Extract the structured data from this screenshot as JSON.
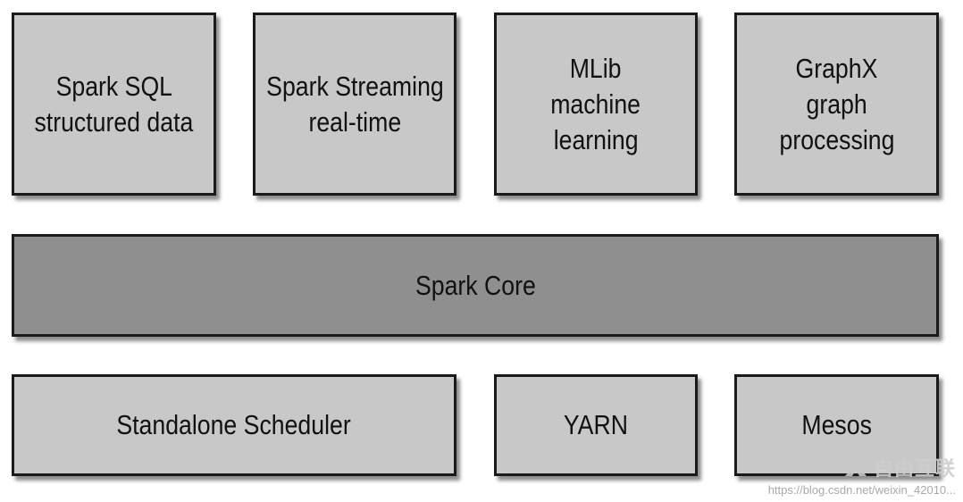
{
  "diagram": {
    "top_row": [
      {
        "lines": [
          "Spark SQL",
          "structured data"
        ]
      },
      {
        "lines": [
          "Spark Streaming",
          "real-time"
        ]
      },
      {
        "lines": [
          "MLib",
          "machine",
          "learning"
        ]
      },
      {
        "lines": [
          "GraphX",
          "graph",
          "processing"
        ]
      }
    ],
    "core": {
      "label": "Spark Core"
    },
    "bottom_row": [
      {
        "label": "Standalone Scheduler"
      },
      {
        "label": "YARN"
      },
      {
        "label": "Mesos"
      }
    ]
  },
  "watermark": {
    "logo_text": "自由互联",
    "url": "https://blog.csdn.net/weixin_42010..."
  },
  "colors": {
    "box_fill": "#c8c8c8",
    "core_fill": "#8f8f8f",
    "border": "#1a1a1a"
  }
}
